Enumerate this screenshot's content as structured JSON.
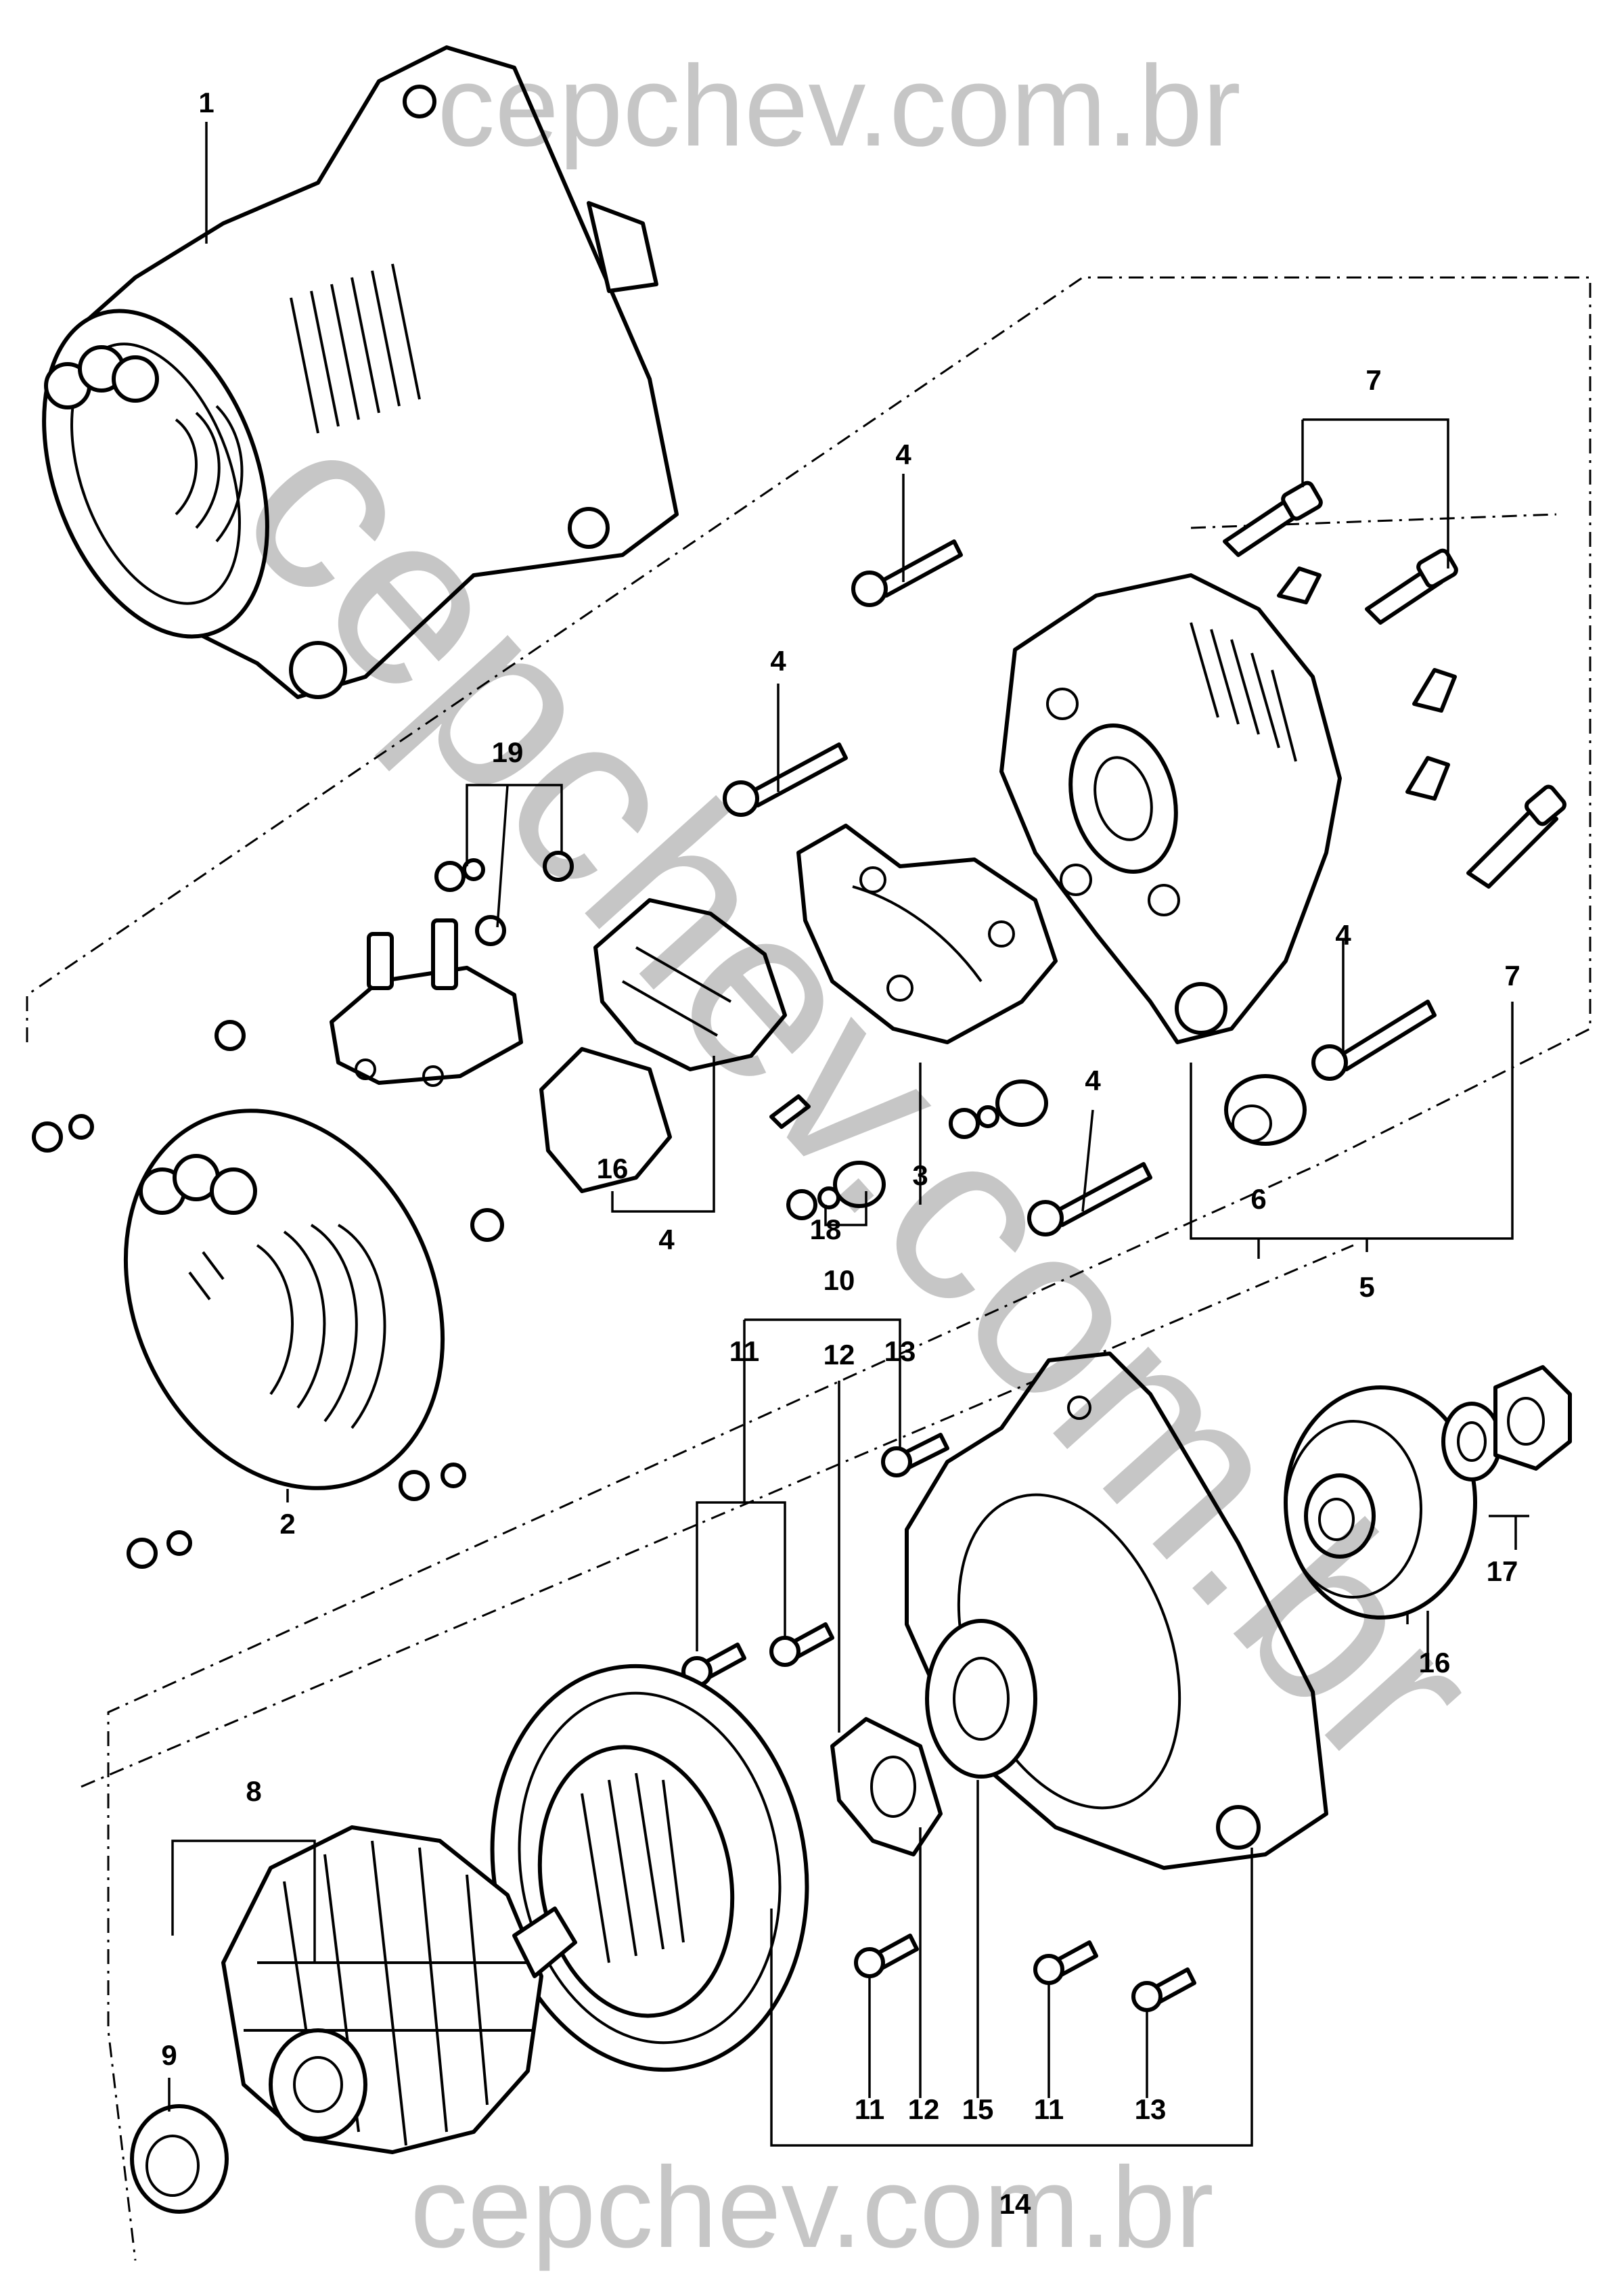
{
  "watermark": {
    "top_text": "cepchev.com.br",
    "bottom_text": "cepchev.com.br",
    "diagonal_text": "cepchev.com.br"
  },
  "callouts": [
    {
      "id": "c1",
      "label": "1"
    },
    {
      "id": "c7",
      "label": "7"
    },
    {
      "id": "c4a",
      "label": "4"
    },
    {
      "id": "c4b",
      "label": "4"
    },
    {
      "id": "c19",
      "label": "19"
    },
    {
      "id": "c4c",
      "label": "4"
    },
    {
      "id": "c7b",
      "label": "7"
    },
    {
      "id": "c4d",
      "label": "4"
    },
    {
      "id": "c16a",
      "label": "16"
    },
    {
      "id": "c4e",
      "label": "4"
    },
    {
      "id": "c3",
      "label": "3"
    },
    {
      "id": "c18",
      "label": "18"
    },
    {
      "id": "c6",
      "label": "6"
    },
    {
      "id": "c5",
      "label": "5"
    },
    {
      "id": "c10",
      "label": "10"
    },
    {
      "id": "c11a",
      "label": "11"
    },
    {
      "id": "c12a",
      "label": "12"
    },
    {
      "id": "c13a",
      "label": "13"
    },
    {
      "id": "c2",
      "label": "2"
    },
    {
      "id": "c17",
      "label": "17"
    },
    {
      "id": "c16b",
      "label": "16"
    },
    {
      "id": "c8",
      "label": "8"
    },
    {
      "id": "c9",
      "label": "9"
    },
    {
      "id": "c11b",
      "label": "11"
    },
    {
      "id": "c12b",
      "label": "12"
    },
    {
      "id": "c15",
      "label": "15"
    },
    {
      "id": "c11c",
      "label": "11"
    },
    {
      "id": "c13b",
      "label": "13"
    },
    {
      "id": "c14",
      "label": "14"
    }
  ]
}
